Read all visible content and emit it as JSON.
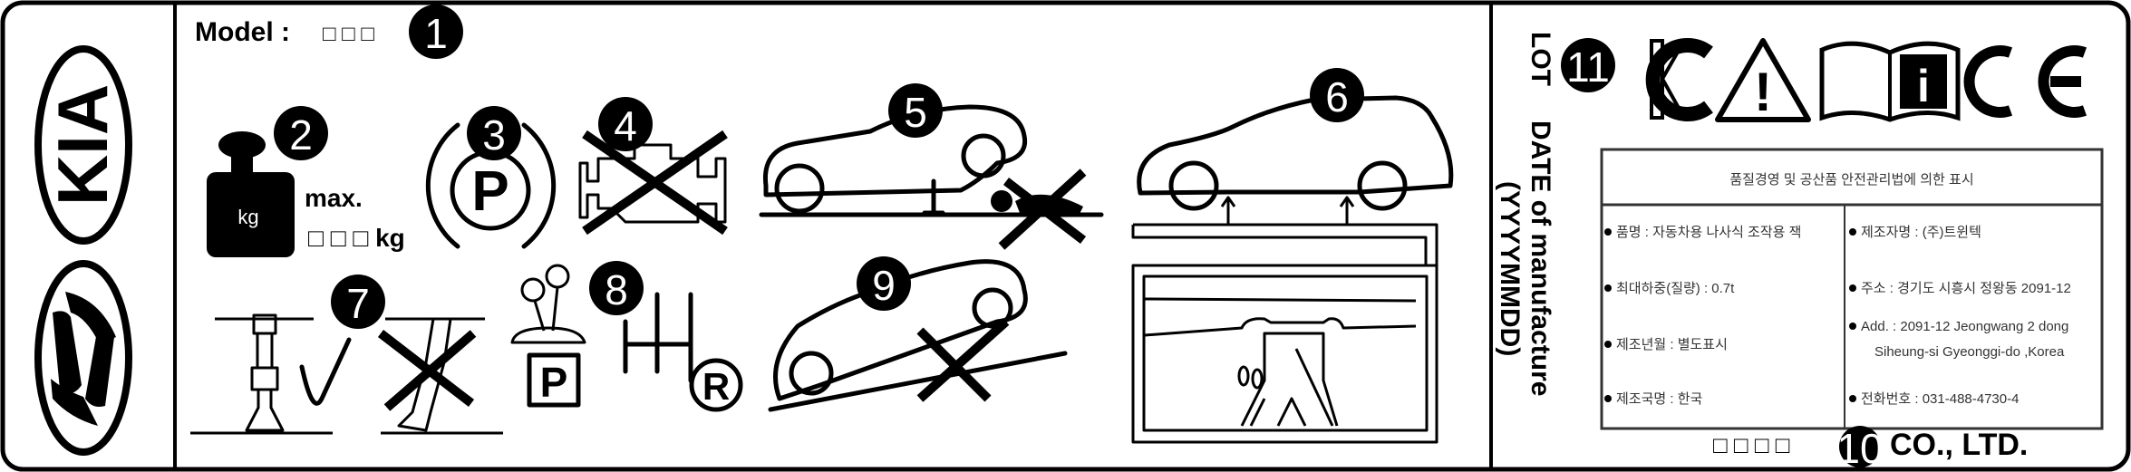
{
  "logos": {
    "kia": "KIA",
    "hyundai": "H"
  },
  "model": {
    "label": "Model :",
    "placeholder": "□ □ □"
  },
  "weight": {
    "icon_label": "kg",
    "max_label": "max.",
    "value": "□ □ □ kg"
  },
  "badges": {
    "b1": "1",
    "b2": "2",
    "b3": "3",
    "b4": "4",
    "b5": "5",
    "b6": "6",
    "b7": "7",
    "b8": "8",
    "b9": "9",
    "b10": "10",
    "b11": "11"
  },
  "parking": {
    "p_symbol": "P",
    "lever_p": "P",
    "reverse": "R"
  },
  "lot": {
    "lot_label": "LOT",
    "date_label": "DATE of manufacture",
    "format": "(YYYYMMDD)"
  },
  "cert_icons": [
    "kc-mark",
    "warning-triangle",
    "manual-book-info",
    "ce-mark"
  ],
  "cert": {
    "kc": "KC",
    "warn": "!",
    "info": "i",
    "ce": "CE"
  },
  "kor_table": {
    "title": "품질경영 및 공산품 안전관리법에 의한 표시",
    "left": [
      "품명 : 자동차용 나사식 조작용 잭",
      "최대하중(질량) : 0.7t",
      "제조년월 : 별도표시",
      "제조국명 : 한국"
    ],
    "right": [
      "제조자명 : (주)트윈텍",
      "주소 : 경기도 시흥시 정왕동 2091-12",
      "Add. : 2091-12 Jeongwang 2 dong",
      "Siheung-si Gyeonggi-do ,Korea",
      "전화번호 : 031-488-4730-4"
    ]
  },
  "company": {
    "placeholder": "□ □ □ □",
    "suffix": "CO., LTD."
  }
}
